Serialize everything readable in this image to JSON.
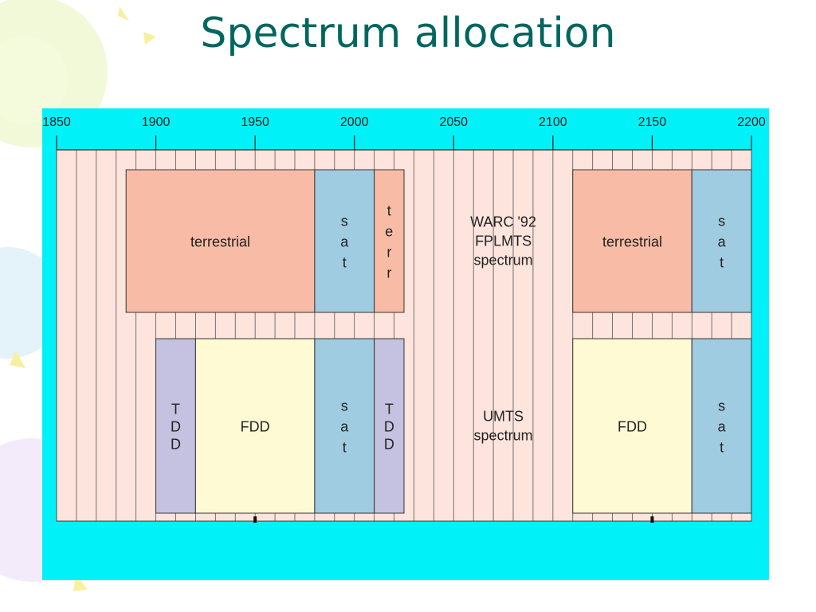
{
  "slide": {
    "title": "Spectrum allocation"
  },
  "colors": {
    "background_panel": "#00f2f8",
    "chart_area": "#fde4dc",
    "terrestrial": "#f8bca6",
    "sat": "#a0cce2",
    "tdd": "#c4c2e0",
    "fdd": "#fdfad4",
    "title": "#00665f"
  },
  "icons": [
    "balloon-decoration-icon"
  ],
  "chart_data": {
    "type": "diagram",
    "axis": {
      "min": 1850,
      "max": 2200,
      "ticks": [
        "1850",
        "1900",
        "1950",
        "2000",
        "2050",
        "2100",
        "2150",
        "2200"
      ],
      "minor_step": 10
    },
    "rows": [
      {
        "name": "WARC '92 FPLMTS spectrum",
        "label_lines": [
          "WARC '92",
          "FPLMTS",
          "spectrum"
        ],
        "bands": [
          {
            "label": "terrestrial",
            "kind": "terrestrial",
            "start": 1885,
            "end": 1980,
            "vertical": false
          },
          {
            "label": "sat",
            "kind": "sat",
            "start": 1980,
            "end": 2010,
            "vertical": true
          },
          {
            "label": "terr",
            "kind": "terrestrial",
            "start": 2010,
            "end": 2025,
            "vertical": true
          },
          {
            "label": "terrestrial",
            "kind": "terrestrial",
            "start": 2110,
            "end": 2170,
            "vertical": false
          },
          {
            "label": "sat",
            "kind": "sat",
            "start": 2170,
            "end": 2200,
            "vertical": true
          }
        ]
      },
      {
        "name": "UMTS spectrum",
        "label_lines": [
          "UMTS",
          "spectrum"
        ],
        "bands": [
          {
            "label": "TDD",
            "kind": "tdd",
            "start": 1900,
            "end": 1920,
            "vertical": true
          },
          {
            "label": "FDD",
            "kind": "fdd",
            "start": 1920,
            "end": 1980,
            "vertical": false
          },
          {
            "label": "sat",
            "kind": "sat",
            "start": 1980,
            "end": 2010,
            "vertical": true
          },
          {
            "label": "TDD",
            "kind": "tdd",
            "start": 2010,
            "end": 2025,
            "vertical": true
          },
          {
            "label": "FDD",
            "kind": "fdd",
            "start": 2110,
            "end": 2170,
            "vertical": false
          },
          {
            "label": "sat",
            "kind": "sat",
            "start": 2170,
            "end": 2200,
            "vertical": true
          }
        ]
      }
    ]
  }
}
